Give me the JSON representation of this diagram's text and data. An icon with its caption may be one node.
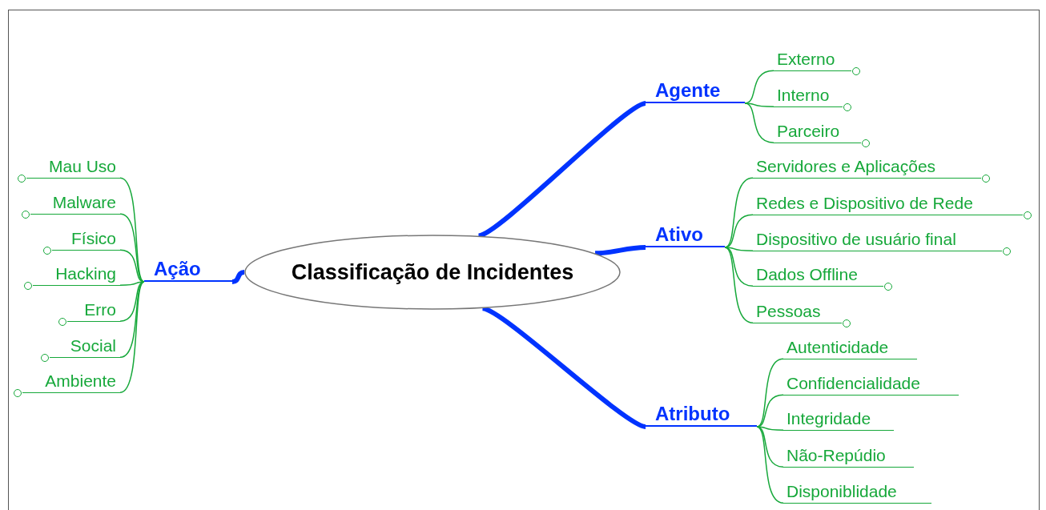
{
  "diagram": {
    "nodes": [
      {
        "text": [
          "Classificação de Incidentes"
        ]
      },
      {
        "text": [
          "Agente"
        ]
      },
      {
        "text": [
          "Externo"
        ]
      },
      {
        "text": [
          "Interno"
        ]
      },
      {
        "text": [
          "Parceiro"
        ]
      },
      {
        "text": [
          "Ativo"
        ]
      },
      {
        "text": [
          "Servidores e Aplicações"
        ]
      },
      {
        "text": [
          "Redes e Dispositivo de Rede"
        ]
      },
      {
        "text": [
          "Dispositivo de usuário final"
        ]
      },
      {
        "text": [
          "Dados Offline"
        ]
      },
      {
        "text": [
          "Pessoas"
        ]
      },
      {
        "text": [
          "Atributo"
        ]
      },
      {
        "text": [
          "Autenticidade"
        ]
      },
      {
        "text": [
          "Confidencialidade"
        ]
      },
      {
        "text": [
          "Integridade"
        ]
      },
      {
        "text": [
          "Não-Repúdio"
        ]
      },
      {
        "text": [
          "Disponiblidade"
        ]
      },
      {
        "text": [
          "Ação"
        ]
      },
      {
        "text": [
          "Mau Uso"
        ]
      },
      {
        "text": [
          "Malware"
        ]
      },
      {
        "text": [
          "Físico"
        ]
      },
      {
        "text": [
          "Hacking"
        ]
      },
      {
        "text": [
          "Erro"
        ]
      },
      {
        "text": [
          "Social"
        ]
      },
      {
        "text": [
          "Ambiente"
        ]
      }
    ],
    "edges": [
      {
        "from": 0,
        "to": 1,
        "arrow": "none",
        "style": "thick",
        "color": "#0033ff"
      },
      {
        "from": 1,
        "to": 2,
        "arrow": "none"
      },
      {
        "from": 1,
        "to": 3,
        "arrow": "none"
      },
      {
        "from": 1,
        "to": 4,
        "arrow": "none"
      },
      {
        "from": 0,
        "to": 5,
        "arrow": "none",
        "style": "thick",
        "color": "#0033ff"
      },
      {
        "from": 5,
        "to": 6,
        "arrow": "none"
      },
      {
        "from": 5,
        "to": 7,
        "arrow": "none"
      },
      {
        "from": 5,
        "to": 8,
        "arrow": "none"
      },
      {
        "from": 5,
        "to": 9,
        "arrow": "none"
      },
      {
        "from": 5,
        "to": 10,
        "arrow": "none"
      },
      {
        "from": 0,
        "to": 11,
        "arrow": "none",
        "style": "thick",
        "color": "#0033ff"
      },
      {
        "from": 11,
        "to": 12,
        "arrow": "none"
      },
      {
        "from": 11,
        "to": 13,
        "arrow": "none"
      },
      {
        "from": 11,
        "to": 14,
        "arrow": "none"
      },
      {
        "from": 11,
        "to": 15,
        "arrow": "none"
      },
      {
        "from": 11,
        "to": 16,
        "arrow": "none"
      },
      {
        "from": 0,
        "to": 17,
        "arrow": "none",
        "style": "thick",
        "color": "#0033ff"
      },
      {
        "from": 17,
        "to": 18,
        "arrow": "none"
      },
      {
        "from": 17,
        "to": 19,
        "arrow": "none"
      },
      {
        "from": 17,
        "to": 20,
        "arrow": "none"
      },
      {
        "from": 17,
        "to": 21,
        "arrow": "none"
      },
      {
        "from": 17,
        "to": 22,
        "arrow": "none"
      },
      {
        "from": 17,
        "to": 23,
        "arrow": "none"
      },
      {
        "from": 17,
        "to": 24,
        "arrow": "none"
      }
    ]
  }
}
